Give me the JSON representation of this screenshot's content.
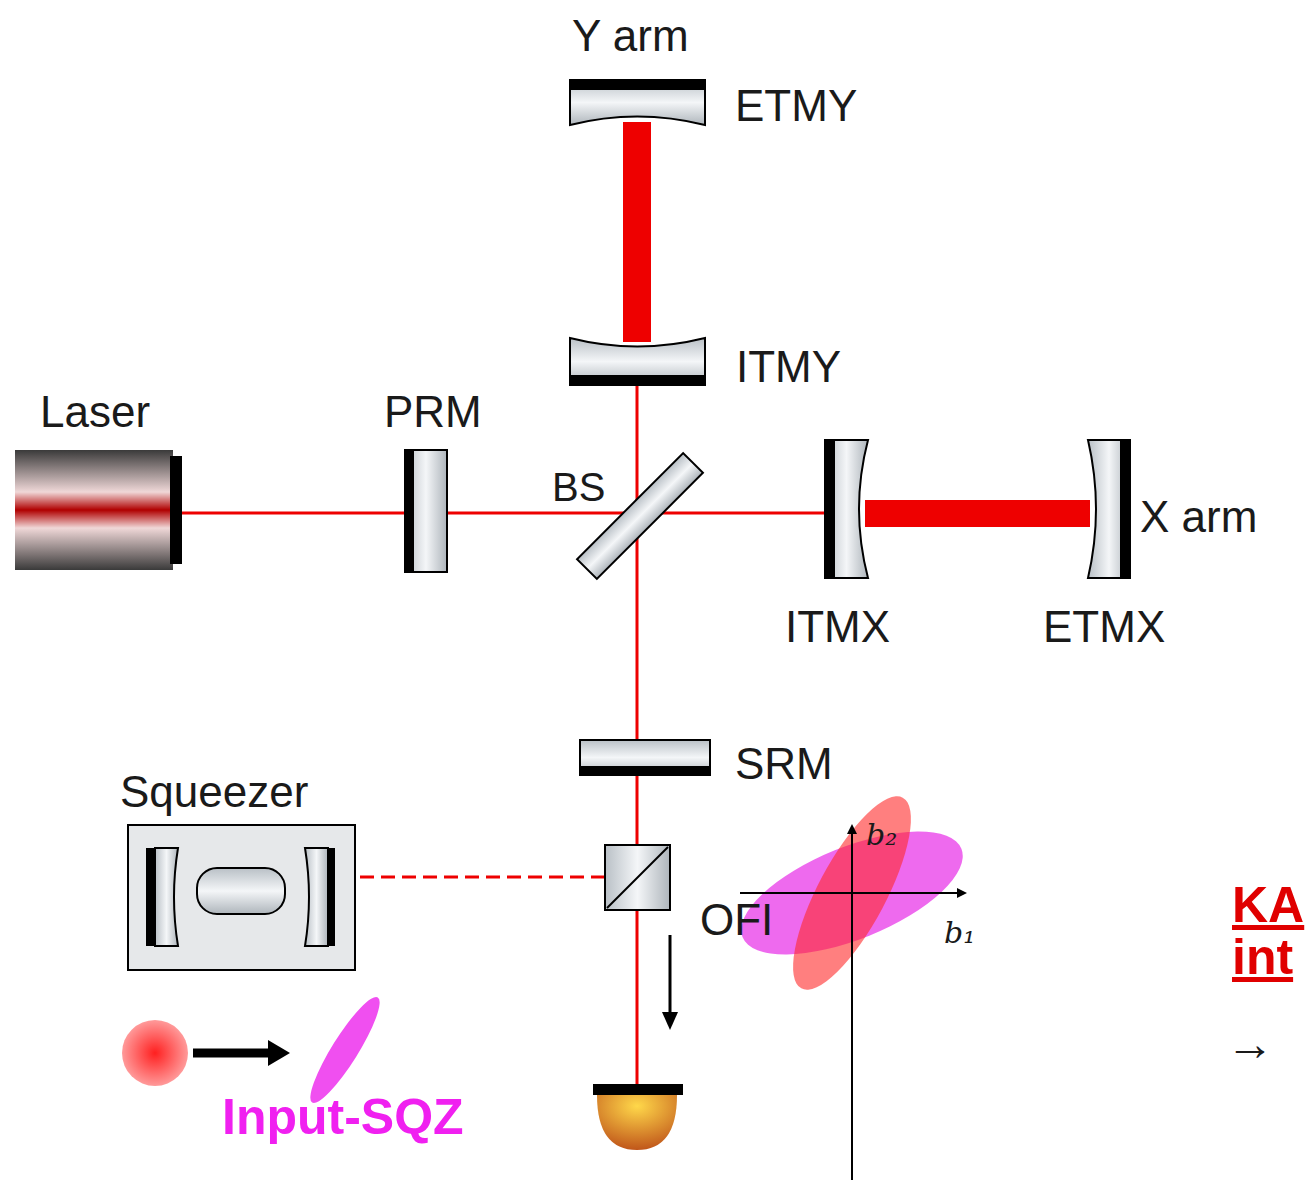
{
  "diagram": {
    "labels": [
      "Y arm",
      "ETMY",
      "ITMY",
      "Laser",
      "PRM",
      "BS",
      "X arm",
      "ITMX",
      "ETMX",
      "SRM",
      "Squeezer",
      "OFI",
      "b₂",
      "b₁",
      "KA",
      "int",
      "→",
      "Input-SQZ"
    ]
  }
}
